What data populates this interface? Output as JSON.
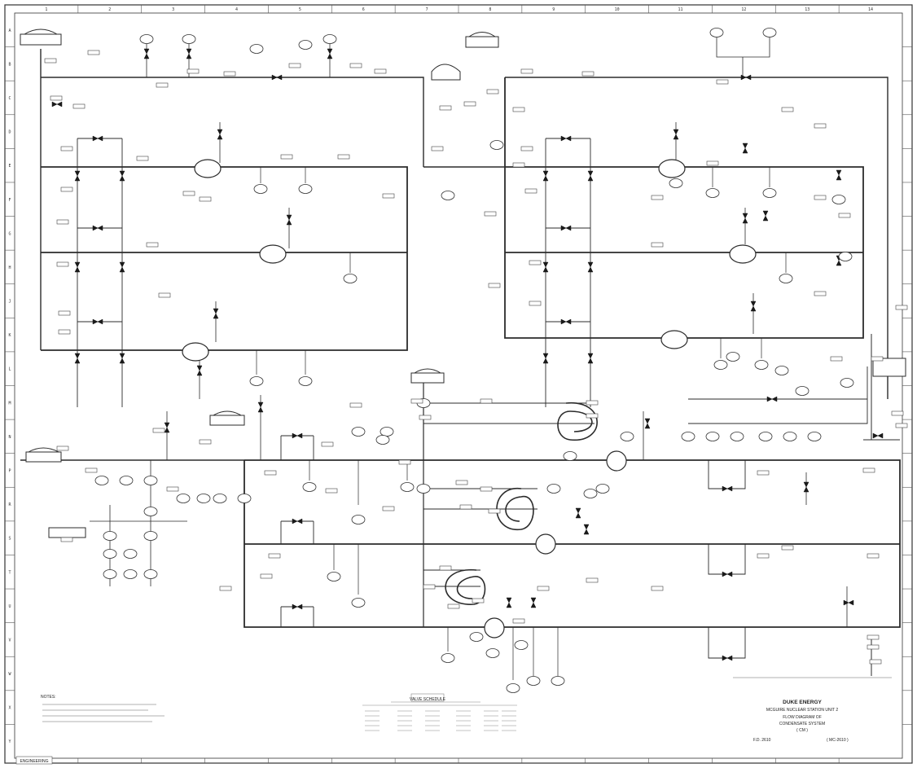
{
  "title_block": {
    "company": "DUKE ENERGY",
    "station": "MCGUIRE NUCLEAR STATION UNIT 2",
    "line1": "FLOW DIAGRAM OF",
    "line2": "CONDENSATE SYSTEM",
    "line3": "( CM )",
    "dwg_left": "F.D. 2610",
    "dwg_right": "( MC-2610 )"
  },
  "stamp": "ENGINEERING",
  "notes_header": "NOTES:",
  "table_header": "VALVE SCHEDULE",
  "border_numbers": [
    "1",
    "2",
    "3",
    "4",
    "5",
    "6",
    "7",
    "8",
    "9",
    "10",
    "11",
    "12",
    "13",
    "14"
  ],
  "border_letters": [
    "A",
    "B",
    "C",
    "D",
    "E",
    "F",
    "G",
    "H",
    "J",
    "K",
    "L",
    "M",
    "N",
    "P",
    "R",
    "S",
    "T",
    "U",
    "V",
    "W",
    "X",
    "Y"
  ],
  "colors": {
    "line": "#2b2b2b",
    "paper": "#ffffff",
    "faint": "#888888"
  }
}
